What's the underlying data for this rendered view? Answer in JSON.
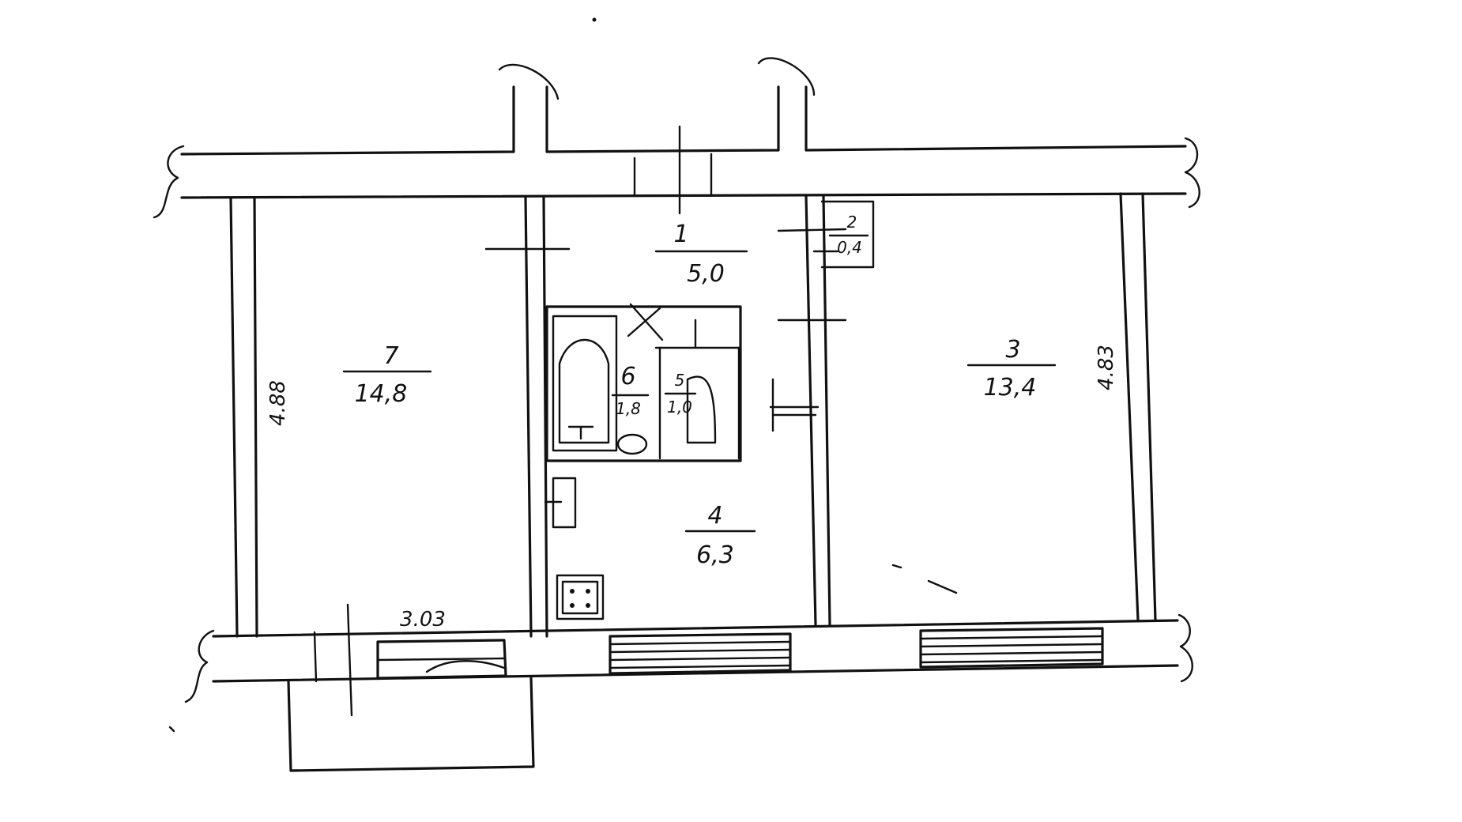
{
  "rooms": [
    {
      "id": "room-1",
      "number": "1",
      "area": "5,0"
    },
    {
      "id": "room-2",
      "number": "2",
      "area": "0,4"
    },
    {
      "id": "room-3",
      "number": "3",
      "area": "13,4"
    },
    {
      "id": "room-4",
      "number": "4",
      "area": "6,3"
    },
    {
      "id": "room-5",
      "number": "5",
      "area": "1,0"
    },
    {
      "id": "room-6",
      "number": "6",
      "area": "1,8"
    },
    {
      "id": "room-7",
      "number": "7",
      "area": "14,8"
    }
  ],
  "dimensions": {
    "left_room_height": "4.88",
    "right_room_height": "4.83",
    "left_room_width": "3.03"
  }
}
